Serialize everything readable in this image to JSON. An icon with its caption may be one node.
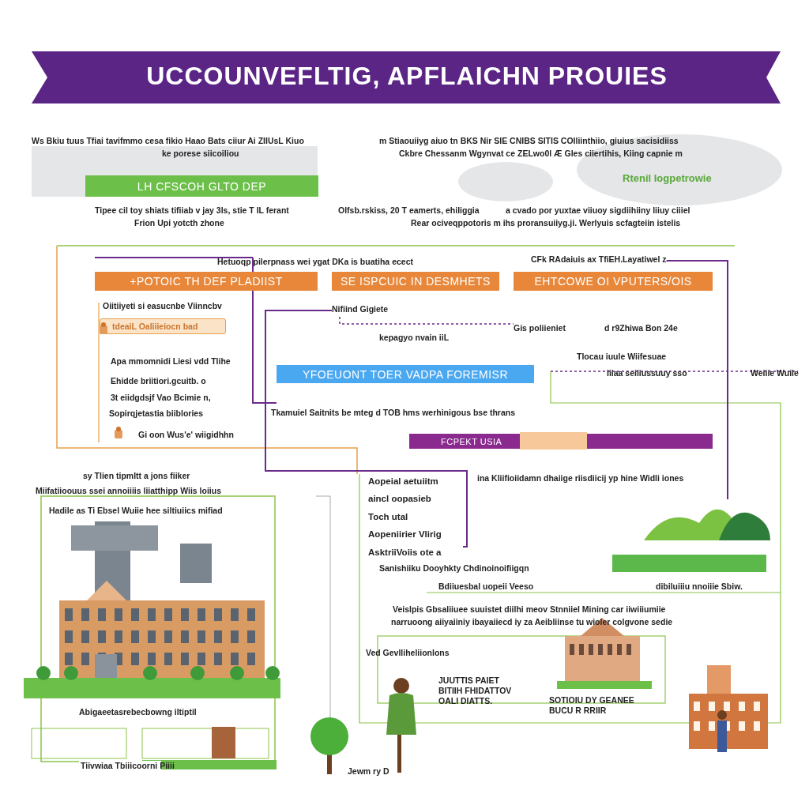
{
  "diagram": {
    "title": "UCCOUNVEFLTIG, APFLAICHN PROUIES",
    "nodes": [
      {
        "text": [
          "LH CFSCOH GLTO DEP"
        ]
      },
      {
        "text": [
          "+POTOIC TH DEF PLADIIST"
        ]
      },
      {
        "text": [
          "SE ISPCUIC IN DESMHETS"
        ]
      },
      {
        "text": [
          "EHTCOWE OI VPUTERS/OIS"
        ]
      },
      {
        "text": [
          "YFOEUONT TOER VADPA FOREMISR"
        ]
      },
      {
        "text": [
          "FCPEKT USIA"
        ]
      },
      {
        "text": [],
        "shape": "box"
      },
      {
        "text": [],
        "shape": "bar",
        "in": 5
      },
      {
        "text": [
          "Nifiind Gigiete"
        ]
      },
      {
        "text": [
          "Gis poliieniet"
        ]
      },
      {
        "text": [
          "Aopeial aetuiitm",
          "aincl oopasieb",
          "Toch utal",
          "Aopeniirier Vlirig",
          "AsktriiVoiis ote a"
        ]
      },
      {
        "text": [
          "CFk RAdaiuis ax TfiEH.Layatiwel z"
        ]
      },
      {
        "text": [],
        "shape": "picture"
      }
    ],
    "edges": [
      {
        "from": 8,
        "to": 9,
        "arrow": "none",
        "style": "dashed"
      },
      {
        "from": 8,
        "to": 10,
        "arrow": "none"
      },
      {
        "from": 11,
        "to": 12,
        "arrow": "none"
      }
    ],
    "labels": [
      "Ws Bkiu tuus Tfiai tavifmmo cesa fikio Haao Bats ciiur Ai ZIIUsL Kiuo",
      "ke porese siicoiliou",
      "m Stiaouiiyg aiuo tn BKS Nir SIE CNIBS SITIS COIliinthiio, giuius sacisidiiss",
      "Ckbre Chessanm Wgynvat ce ZELwo0l Æ Gles ciiertihis, Kiing capnie m",
      "Rtenil Iogpetrowie",
      "Tipee cil toy shiats tifiiab v jay 3ls, stie T IL ferant",
      "Frion Upi yotcth zhone",
      "Olfsb.rskiss, 20 T eamerts, ehiliggia",
      "a cvado por yuxtae viiuoy sigdiihiiny liiuy ciiiel",
      "Rear ociveqppotoris m ihs proransuiiyg.ji. Werlyuis scfagteiin istelis",
      "Hetuoqp pilerpnass wei ygat DKa is buatiha ecect",
      "Oiitiiyeti si easucnbe Viinncbv",
      "tdeaiL Oaliiieiocn bad",
      "Apa mmomnidi Liesi vdd Tlihe",
      "Ehidde briitiori.gcuitb. o",
      "3t eiidgdsjf Vao Bcimie n,",
      "Sopirqjetastia biiblories",
      "Gi oon Wus'e' wiigidhhn",
      "kepagyo nvain iiL",
      "d r9Zhiwa Bon 24e",
      "Tlocau iuule Wiifesuae",
      "Iiiaa seiiiussuuy sso",
      "Weiiie Wuile",
      "Tkamuiel Saitnits be mteg d TOB hms werhinigous bse thrans",
      "sy Tlien tipmltt a jons fiiker",
      "Miifatiioouus ssei annoiiiis liiatthipp Wiis loiius",
      "Hadile as Ti Ebsel Wuiie hee siltiuiics mifiad",
      "ina Kliifioiidamn dhaiige riisdiicij yp hine Widli iones",
      "Sanishiiku Dooyhkty Chdinoinoifiigqn",
      "Bdiiuesbal uopeii Veeso",
      "dibiluiiiu nnoiiie Sbiw.",
      "Veislpis Gbsaliiuee suuistet diilhi meov Stnniiel Mining car iiwiiiumiie",
      "narruoong aiiyaiiniy ibayaiiecd iy za Aeibliinse tu wioler colgvone sedie",
      "Ved Gevlliheliionlons",
      "JUUTTIS PAIET BITIIH FHIDATTOV OALI DIATTS.",
      "SOTIOIU DY GEANEE BUCU R RRIIR",
      "Abigaeetasrebecbowng iltiptil",
      "Tiivwiaa Tbiiicoorni Piiii",
      "Jewm ry D"
    ]
  }
}
